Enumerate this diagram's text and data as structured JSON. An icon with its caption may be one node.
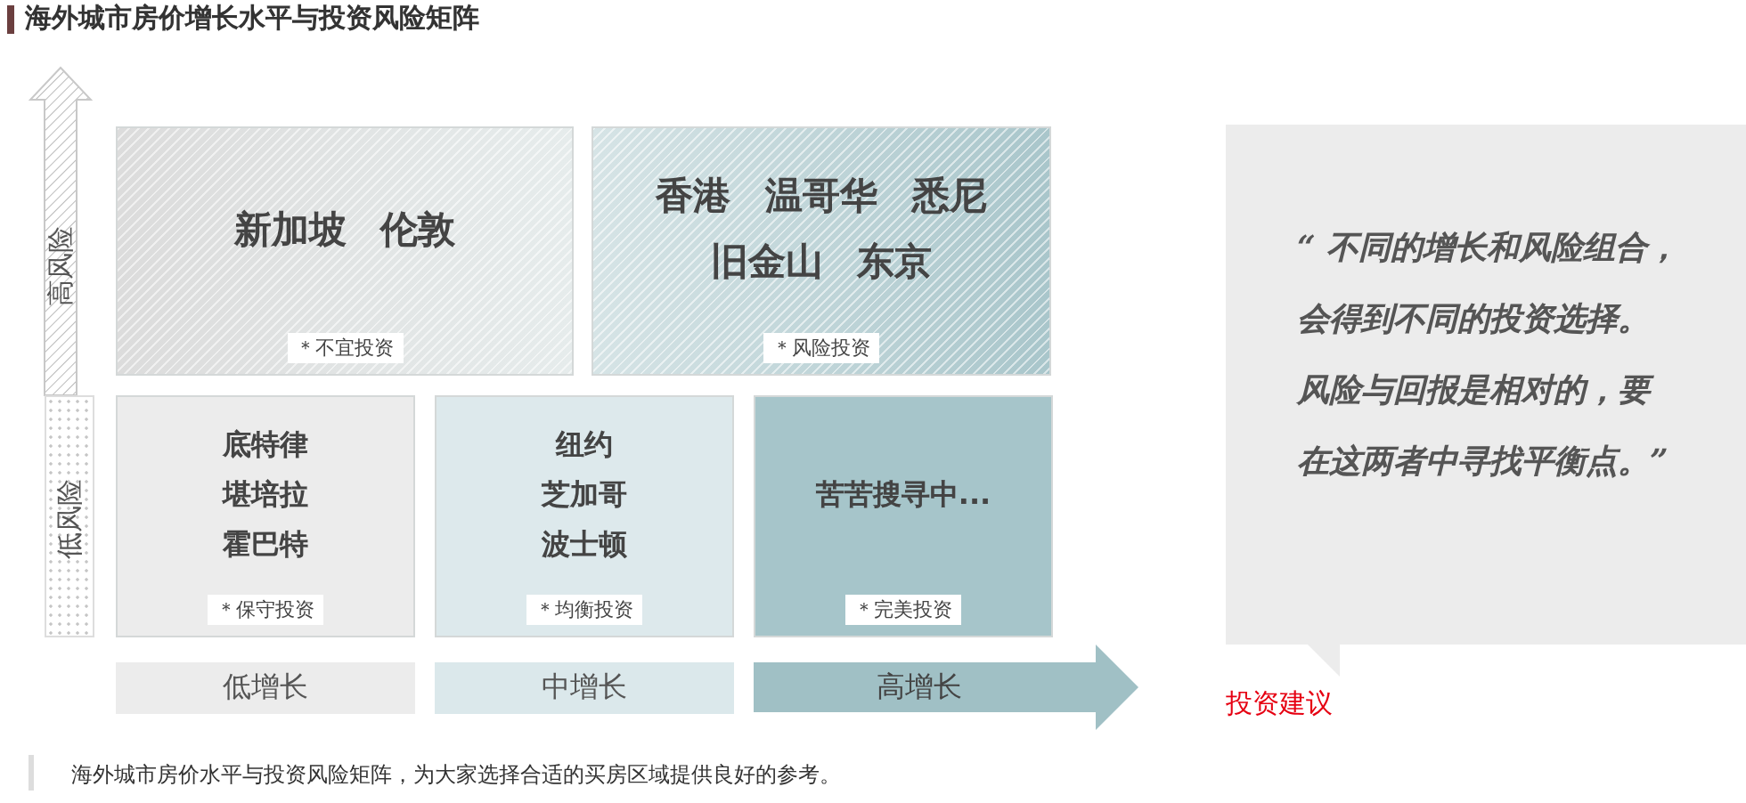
{
  "diagram": {
    "title": "海外城市房价增长水平与投资风险矩阵",
    "caption": "海外城市房价水平与投资风险矩阵，为大家选择合适的买房区域提供良好的参考。",
    "nodes": [
      {
        "text": [
          "新加坡 伦敦",
          "＊不宜投资"
        ]
      },
      {
        "text": [
          "香港 温哥华 悉尼",
          "旧金山 东京",
          "＊风险投资"
        ]
      },
      {
        "text": [
          "底特律",
          "堪培拉",
          "霍巴特",
          "＊保守投资"
        ]
      },
      {
        "text": [
          "纽约",
          "芝加哥",
          "波士顿",
          "＊均衡投资"
        ]
      },
      {
        "text": [
          "苦苦搜寻中...",
          "＊完美投资"
        ]
      },
      {
        "text": [
          "低增长"
        ]
      },
      {
        "text": [
          "中增长"
        ]
      },
      {
        "text": [
          "高增长"
        ]
      },
      {
        "text": [
          "“ 不同的增长和风险组合，会得到不同的投资选择。风险与回报是相对的，要在这两者中寻找平衡点。”"
        ],
        "beside": [
          "投资建议"
        ]
      }
    ],
    "labels": [
      "高风险",
      "低风险"
    ]
  }
}
